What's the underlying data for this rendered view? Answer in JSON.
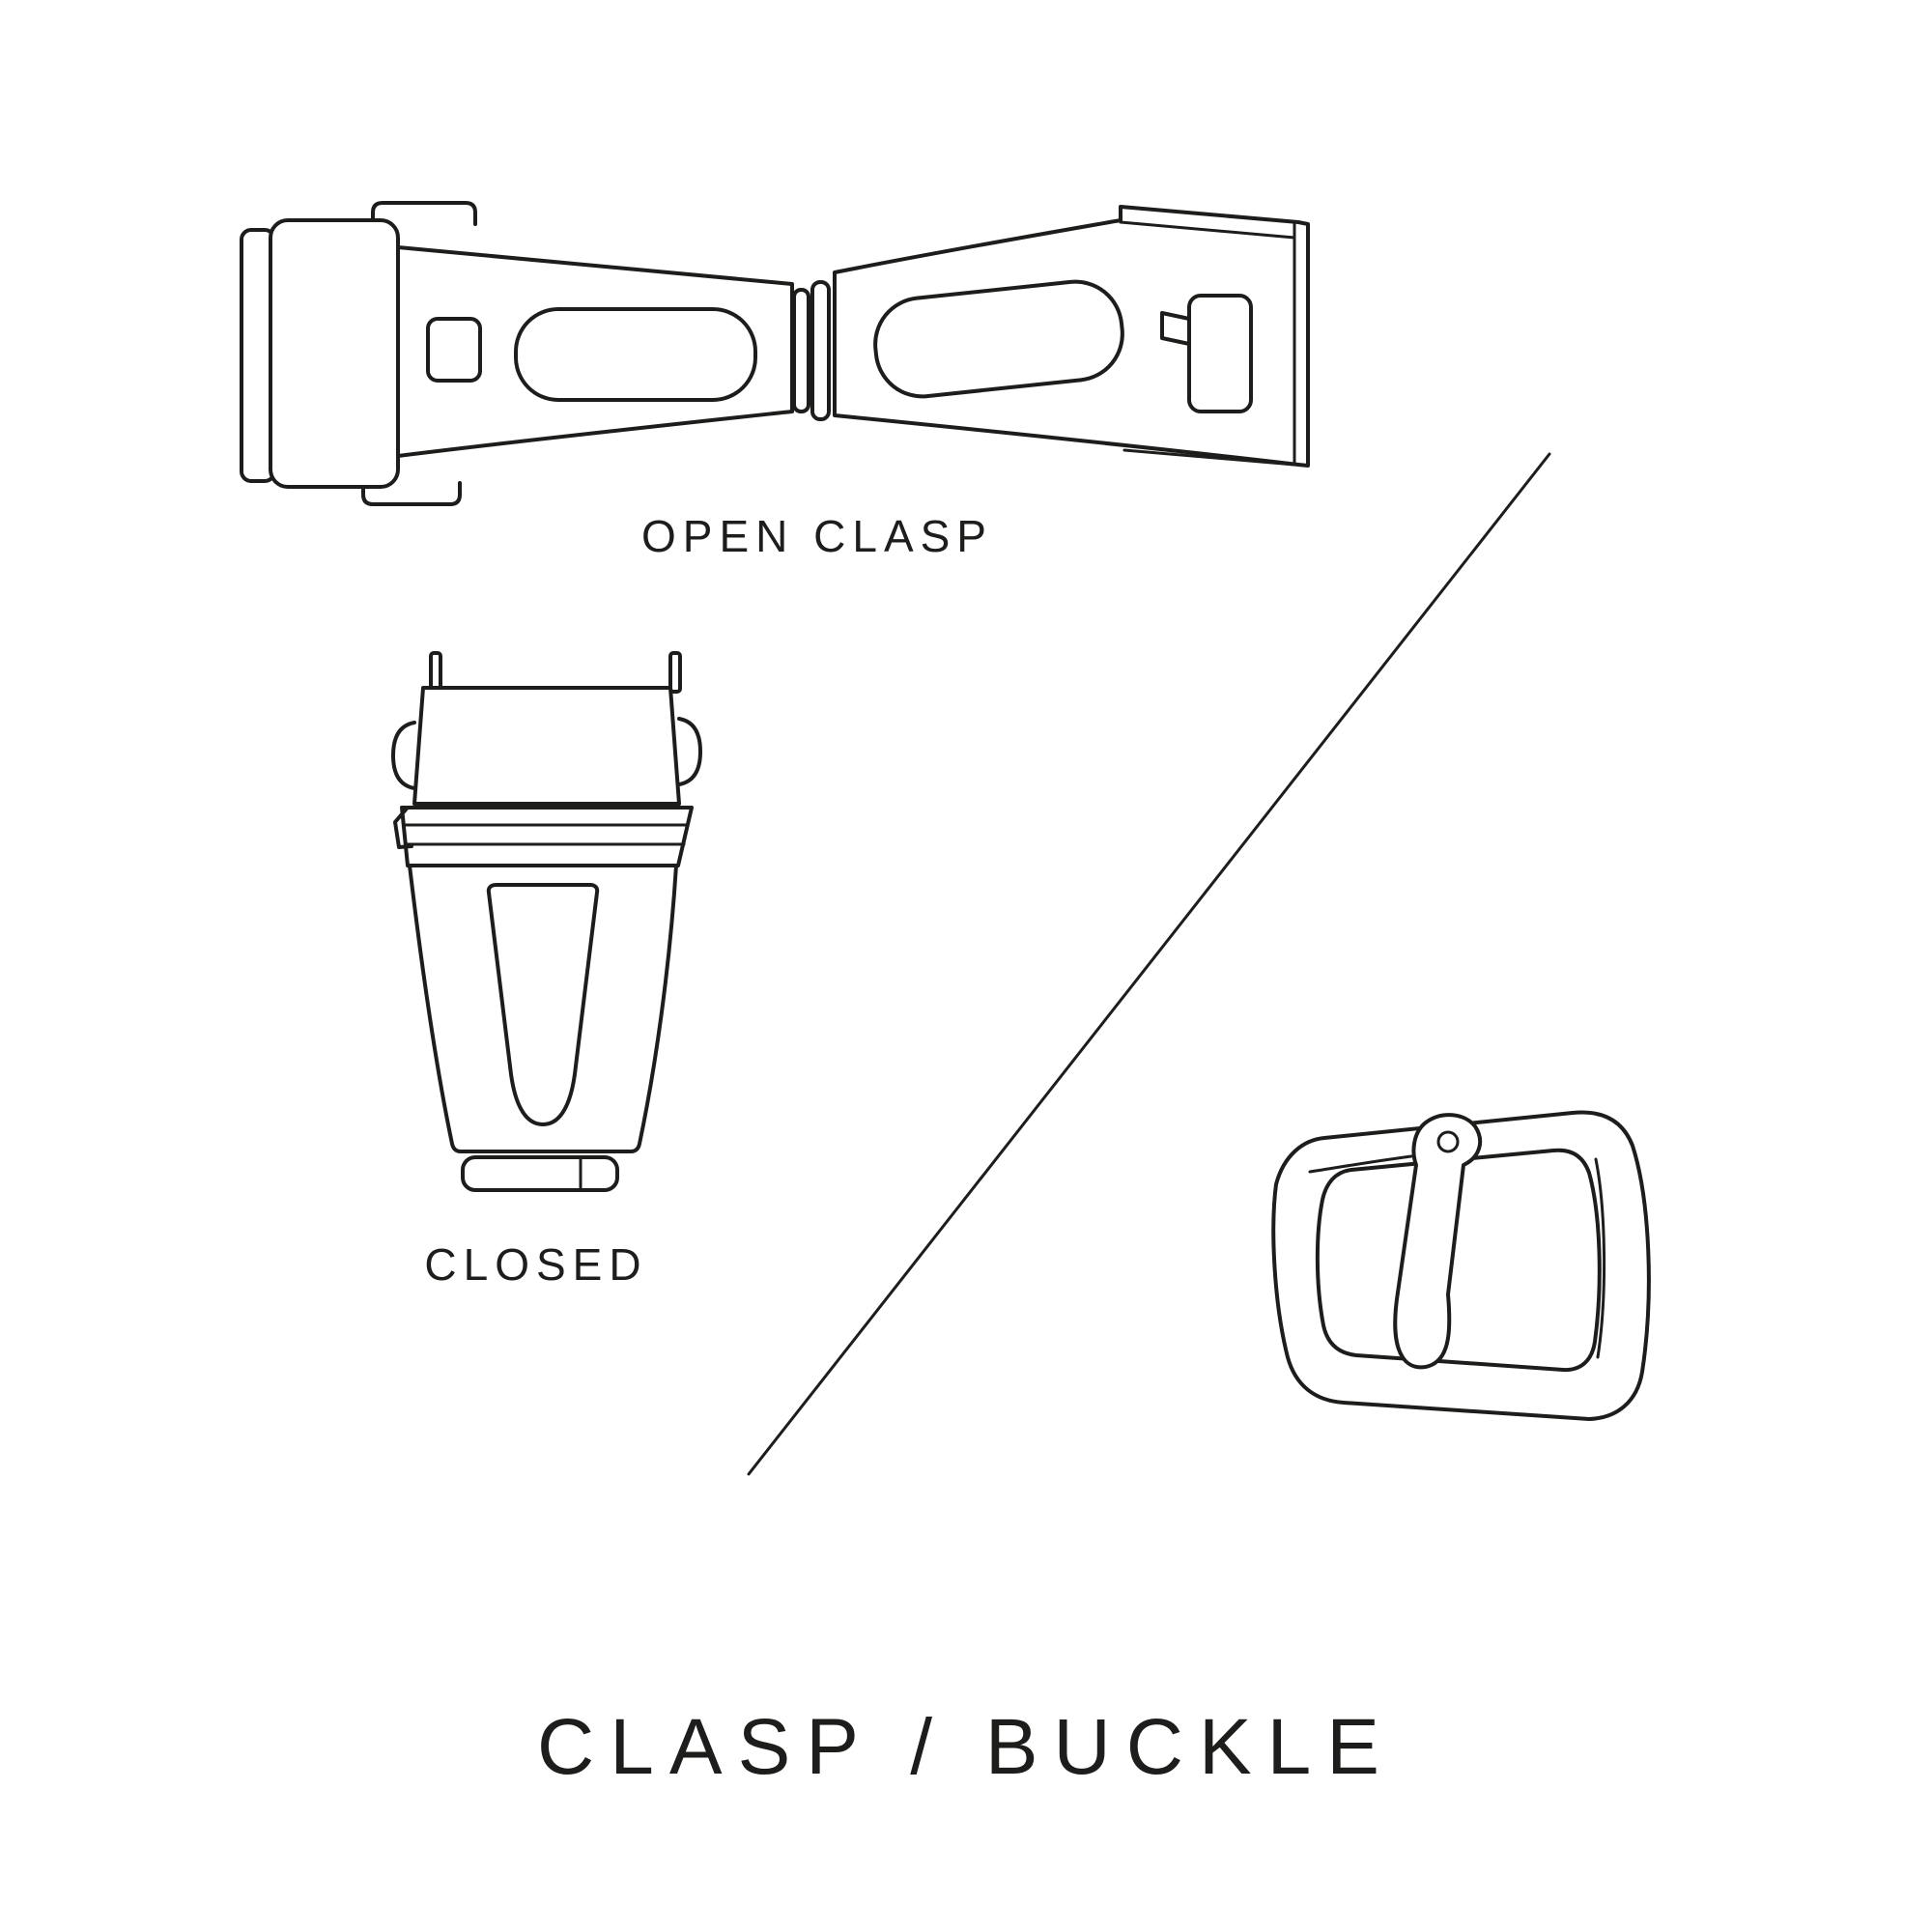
{
  "page": {
    "background_color": "#ffffff",
    "line_color": "#1d1d1b",
    "text_color": "#1d1d1b"
  },
  "diagram": {
    "title": "CLASP / BUCKLE",
    "sections": {
      "open_clasp": {
        "label": "OPEN CLASP"
      },
      "closed_clasp": {
        "label": "CLOSED"
      },
      "buckle": {
        "label": ""
      }
    },
    "icons": {
      "open_clasp": "open-clasp-illustration",
      "closed_clasp": "closed-clasp-illustration",
      "buckle": "tang-buckle-illustration",
      "divider": "diagonal-divider-line"
    }
  }
}
